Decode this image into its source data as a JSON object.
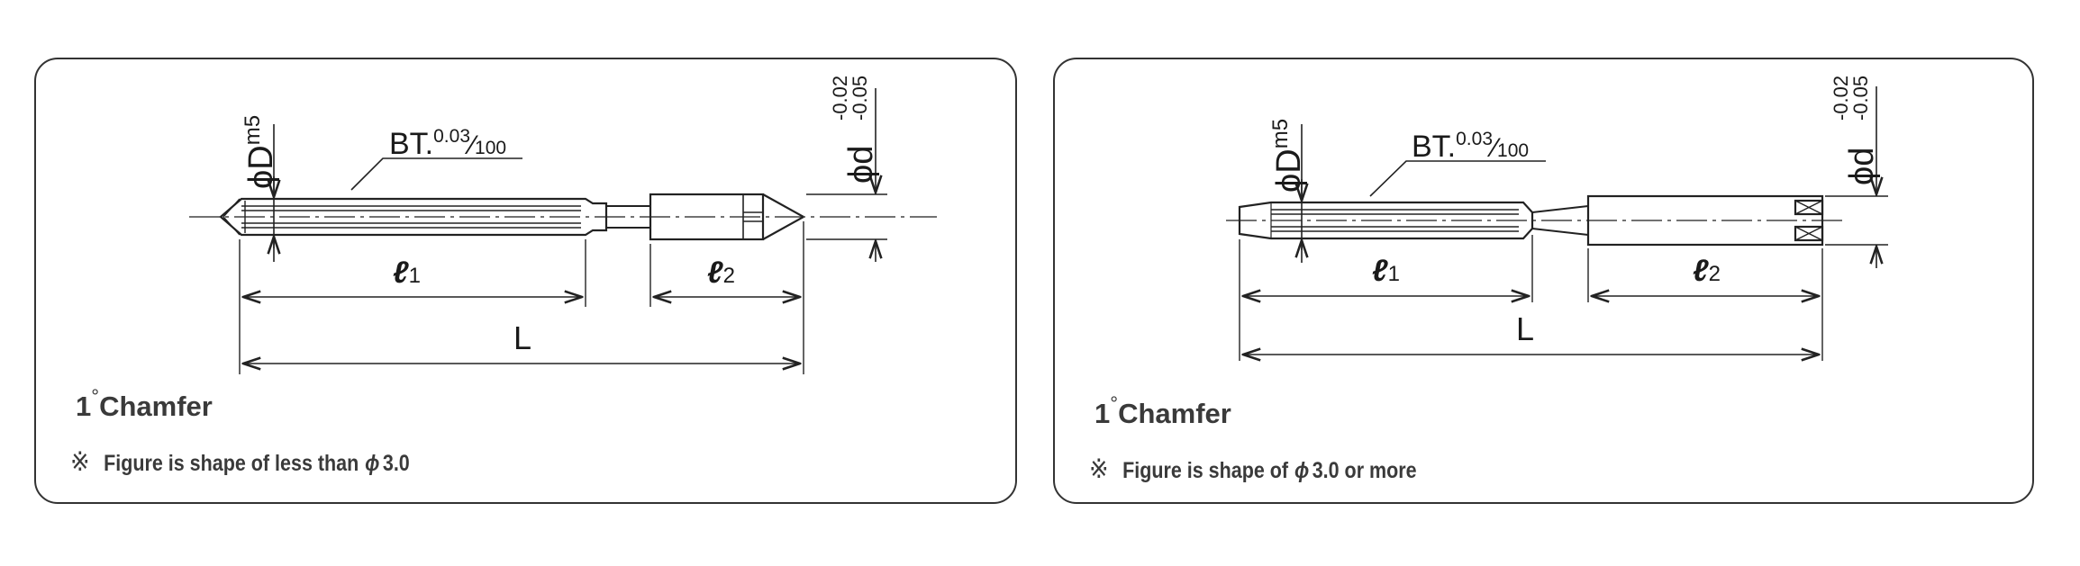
{
  "panels": [
    {
      "label_D": "ϕD",
      "tol_D": "m5",
      "label_d": "ϕd",
      "tol_d_upper": "-0.02",
      "tol_d_lower": "-0.05",
      "bt_prefix": "BT.",
      "bt_num": "0.03",
      "bt_den": "100",
      "l1_label": "ℓ",
      "l1_sub": "1",
      "l2_label": "ℓ",
      "l2_sub": "2",
      "L_label": "L",
      "chamfer_value": "1",
      "chamfer_degree": "°",
      "chamfer_text": "Chamfer",
      "note_mark": "※",
      "note_text": "Figure is shape of less than",
      "note_phi": "ϕ",
      "note_value": "3.0"
    },
    {
      "label_D": "ϕD",
      "tol_D": "m5",
      "label_d": "ϕd",
      "tol_d_upper": "-0.02",
      "tol_d_lower": "-0.05",
      "bt_prefix": "BT.",
      "bt_num": "0.03",
      "bt_den": "100",
      "l1_label": "ℓ",
      "l1_sub": "1",
      "l2_label": "ℓ",
      "l2_sub": "2",
      "L_label": "L",
      "chamfer_value": "1",
      "chamfer_degree": "°",
      "chamfer_text": "Chamfer",
      "note_mark": "※",
      "note_text": "Figure is shape of",
      "note_phi": "ϕ",
      "note_value": "3.0 or more"
    }
  ]
}
